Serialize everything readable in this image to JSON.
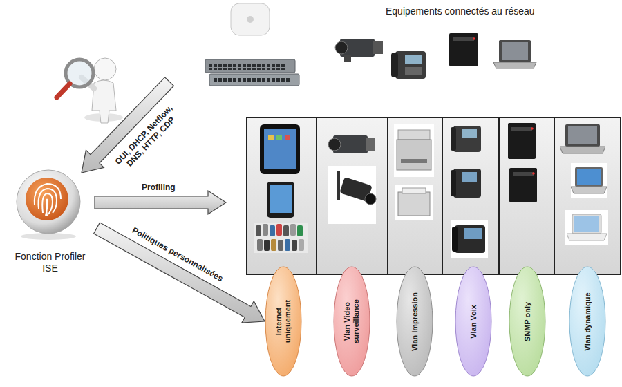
{
  "diagram": {
    "nodes": [
      {
        "text": [
          "Fonction Profiler ISE"
        ]
      },
      {
        "text": [
          "Internet uniquement"
        ]
      },
      {
        "text": [
          "Vlan Video surveillance"
        ]
      },
      {
        "text": [
          "Vlan Impression"
        ]
      },
      {
        "text": [
          "Vlan Voix"
        ]
      },
      {
        "text": [
          "SNMP only"
        ]
      },
      {
        "text": [
          "Vlan dynamique"
        ]
      }
    ],
    "edges": [
      {
        "from": 0,
        "to": 1,
        "label": "Politiques personnalisées",
        "arrow": "to"
      }
    ],
    "labels": [
      "Equipements connectés au réseau",
      "OUI, DHCP, Netflow, DNS, HTTP, CDP",
      "Profiling"
    ]
  }
}
